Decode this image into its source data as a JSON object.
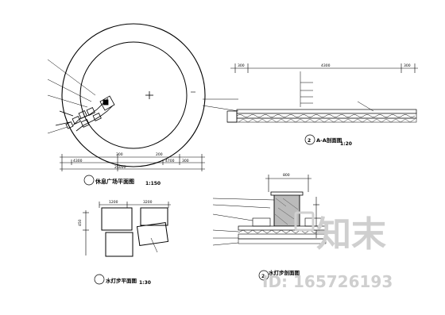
{
  "drawing": {
    "plaza_plan": {
      "title": "休息广场平面图",
      "scale": "1:150",
      "dims_top": [
        "300",
        "200"
      ],
      "dims_row": [
        "4300",
        "4700",
        "300"
      ],
      "dims_total": "25000",
      "annotations": [
        "",
        "",
        "",
        "",
        "",
        "",
        ""
      ]
    },
    "section_aa": {
      "title": "A-A剖面图",
      "label": "2",
      "scale": "1:20",
      "dims": [
        "300",
        "4300",
        "300"
      ]
    },
    "lamp_section": {
      "title": "水灯步剖面图",
      "label": "2",
      "dims_top": "800"
    },
    "lamp_plan": {
      "title": "水灯步平面图",
      "scale": "1:30",
      "dims": [
        "1200",
        "3200"
      ],
      "side_dim": "450"
    },
    "watermark": {
      "brand": "知末",
      "id": "ID: 165726193"
    }
  }
}
